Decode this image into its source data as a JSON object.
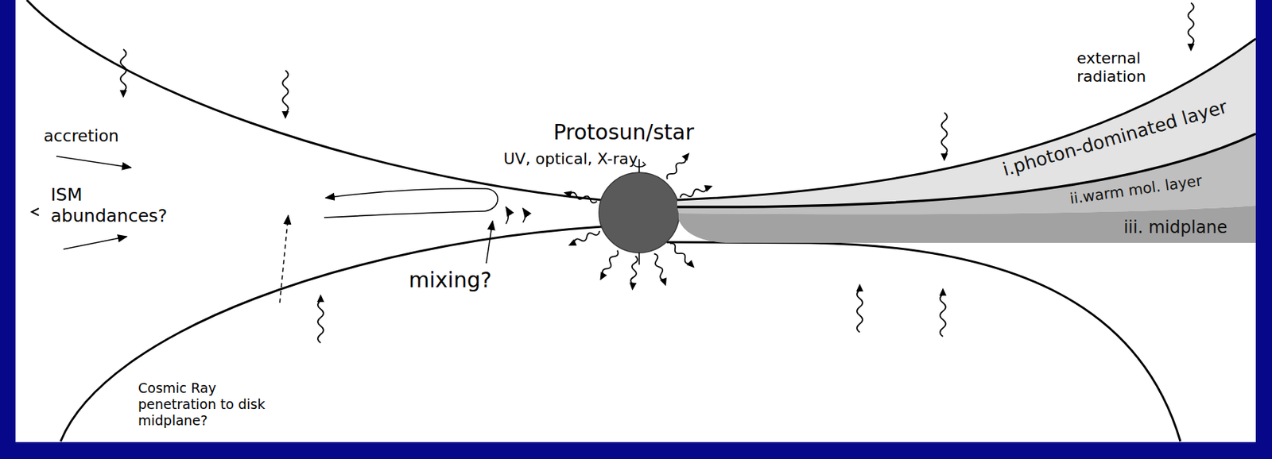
{
  "diagram": {
    "nodes": [
      {
        "text": [
          "i.photon-dominated layer"
        ]
      },
      {
        "text": [
          "ii.warm mol. layer"
        ]
      },
      {
        "text": [
          "iii. midplane"
        ]
      }
    ],
    "labels": [
      "Protosun/star",
      "UV, optical, X-ray",
      "external radiation",
      "accretion",
      "ISM abundances?",
      "mixing?",
      "Cosmic Ray penetration to disk midplane?"
    ]
  }
}
